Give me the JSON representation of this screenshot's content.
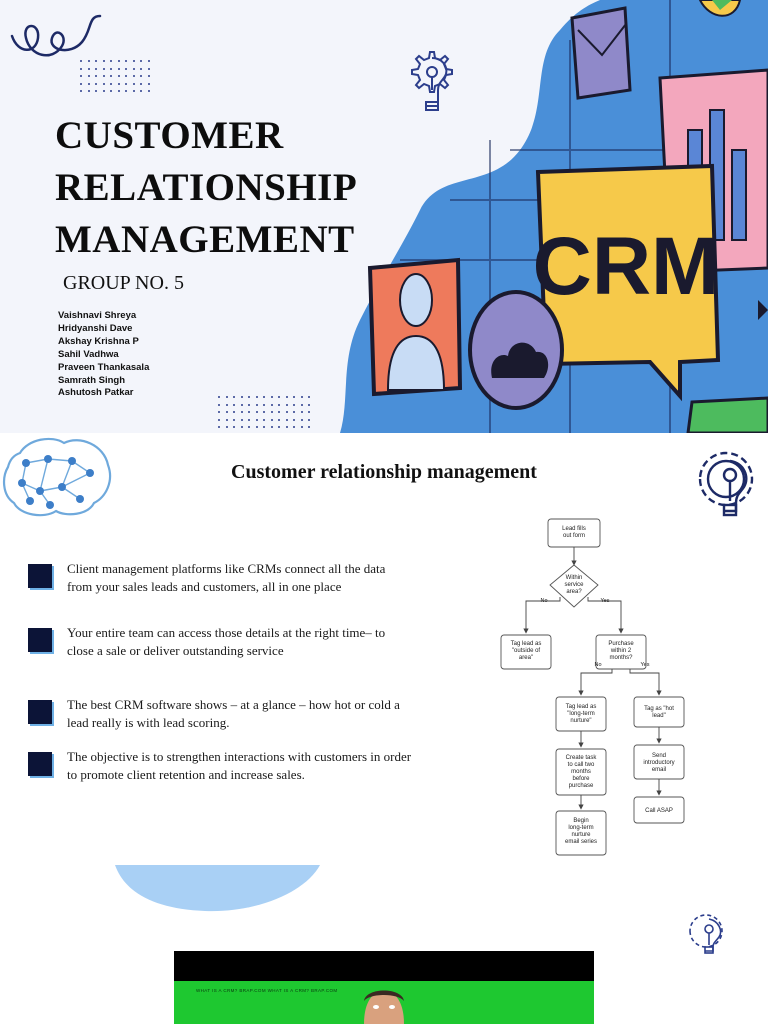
{
  "slide1": {
    "title_lines": [
      "CUSTOMER",
      "RELATIONSHIP",
      "MANAGEMENT"
    ],
    "group": "GROUP NO. 5",
    "members": [
      "Vaishnavi Shreya",
      "Hridyanshi Dave",
      "Akshay Krishna P",
      "Sahil Vadhwa",
      "Praveen Thankasala",
      "Samrath Singh",
      "Ashutosh Patkar"
    ],
    "illustration_text": "CRM"
  },
  "slide2": {
    "title": "Customer relationship management",
    "bullets": [
      "Client management platforms like CRMs connect all the data from your sales leads and customers, all in one place",
      "Your entire team can access those details at the right time– to close a sale or deliver outstanding service",
      "The best CRM software shows – at a glance – how hot or cold a lead really is with lead scoring.",
      " The objective is to strengthen interactions with customers in order to promote client retention and increase sales."
    ],
    "flowchart": {
      "start": "Lead fills out form",
      "decision1": "Within service area?",
      "no1": "No",
      "yes1": "Yes",
      "outside": "Tag lead as \"outside of area\"",
      "decision2": "Purchase within 2 months?",
      "no2": "No",
      "yes2": "Yes",
      "long_term": "Tag lead as \"long-term nurture\"",
      "hot": "Tag as \"hot lead\"",
      "create_task": "Create task to call two months before purchase",
      "send_email": "Send introductory email",
      "begin_series": "Begin long-term nurture email series",
      "call": "Call ASAP"
    }
  },
  "video": {
    "strip_text": "WHAT IS A CRM?   BRAP.COM   WHAT IS A CRM?   BRAP.COM"
  },
  "colors": {
    "dark_navy": "#0c1437",
    "accent_blue": "#6fb1e6",
    "green_screen": "#1ec830",
    "crm_yellow": "#f6c94a"
  }
}
